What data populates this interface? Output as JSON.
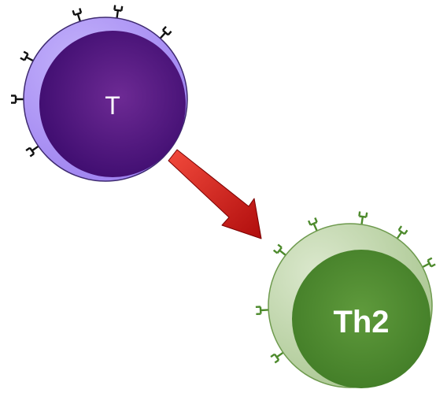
{
  "cells": [
    {
      "id": "t-cell",
      "label": "T",
      "colors": {
        "outer_fill_light": "#c4b3fb",
        "outer_fill_dark": "#9e82f0",
        "outer_stroke": "#3e2a70",
        "nucleus_center": "#6d2a94",
        "nucleus_edge": "#3a0a6c",
        "receptor": "#111111"
      }
    },
    {
      "id": "th2-cell",
      "label": "Th2",
      "colors": {
        "outer_fill_light": "#dbe8cd",
        "outer_fill_dark": "#a9c690",
        "outer_stroke": "#6e9a4e",
        "nucleus_center": "#5f9a3c",
        "nucleus_edge": "#3f7a25",
        "receptor": "#4d8a2c"
      }
    }
  ],
  "arrow": {
    "from": "t-cell",
    "to": "th2-cell",
    "colors": {
      "fill_light": "#f24a3c",
      "fill_dark": "#b00d0d",
      "stroke": "#7a0000"
    }
  }
}
